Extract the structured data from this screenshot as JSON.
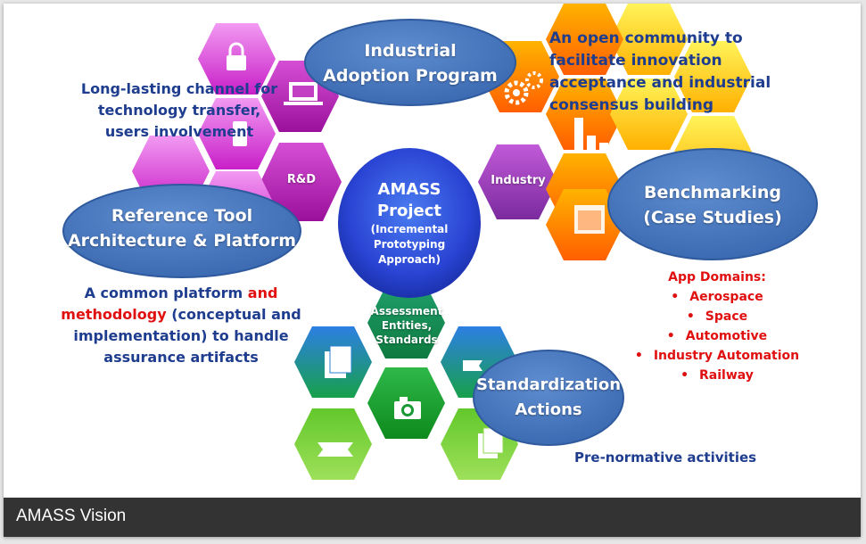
{
  "caption": "AMASS Vision",
  "center": {
    "title_line1": "AMASS",
    "title_line2": "Project",
    "sub_line1": "(Incremental",
    "sub_line2": "Prototyping",
    "sub_line3": "Approach)"
  },
  "ovals": {
    "industrial": {
      "line1": "Industrial",
      "line2": "Adoption Program"
    },
    "reference": {
      "line1": "Reference Tool",
      "line2": "Architecture & Platform"
    },
    "benchmarking": {
      "line1": "Benchmarking",
      "line2": "(Case Studies)"
    },
    "standardization": {
      "line1": "Standardization",
      "line2": "Actions"
    }
  },
  "hex_labels": {
    "rd": "R&D",
    "industry": "Industry",
    "assessment_line1": "Assessment",
    "assessment_line2": "Entities,",
    "assessment_line3": "Standards"
  },
  "texts": {
    "channel": [
      "Long-lasting channel for",
      "technology transfer,",
      "users involvement"
    ],
    "community": [
      "An open community to",
      "facilitate innovation",
      "acceptance and industrial",
      "consensus building"
    ],
    "platform": {
      "line1a": "A common platform ",
      "line1b": "and",
      "line2a": "methodology",
      "line2b": " (conceptual and",
      "line3": "implementation) to handle",
      "line4": "assurance artifacts"
    },
    "prenormative": "Pre-normative activities"
  },
  "app_domains": {
    "title": "App Domains:",
    "bullet": "•",
    "items": [
      "Aerospace",
      "Space",
      "Automotive",
      "Industry Automation",
      "Railway"
    ]
  },
  "colors": {
    "text_blue": "#1f3d8f",
    "text_red": "#e01010",
    "oval_blue": "#3f6fb8",
    "caption_bg": "#333333"
  },
  "icons": [
    "lock-icon",
    "laptop-icon",
    "phone-icon",
    "gear-icon",
    "bar-chart-icon",
    "calendar-icon",
    "document-icon",
    "camera-icon",
    "film-icon",
    "stack-icon"
  ]
}
